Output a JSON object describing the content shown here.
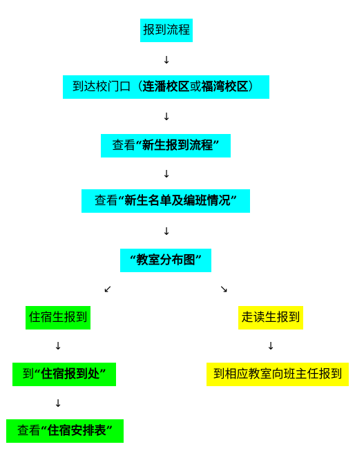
{
  "nodes": {
    "process": {
      "text": "报到流程"
    },
    "arrive": {
      "prefix": "到达校门口（",
      "campus1": "连潘校区",
      "mid": "或",
      "campus2": "福湾校区",
      "suffix": "）"
    },
    "view_process": {
      "prefix": "查看",
      "bold": "“新生报到流程”"
    },
    "view_list": {
      "prefix": "查看",
      "bold": "“新生名单及编班情况”"
    },
    "classroom_map": {
      "bold": "“教室分布图”"
    },
    "boarding": {
      "text": "住宿生报到"
    },
    "day_student": {
      "text": "走读生报到"
    },
    "dorm_office": {
      "prefix": "到",
      "bold": "“住宿报到处”"
    },
    "homeroom": {
      "text": "到相应教室向班主任报到"
    },
    "view_dorm": {
      "prefix": "查看",
      "bold": "“住宿安排表”"
    }
  },
  "arrows": {
    "down": "↓",
    "down_left": "↙",
    "down_right": "↘"
  },
  "colors": {
    "cyan": "#00ffff",
    "green": "#00ff00",
    "yellow": "#ffff00"
  }
}
